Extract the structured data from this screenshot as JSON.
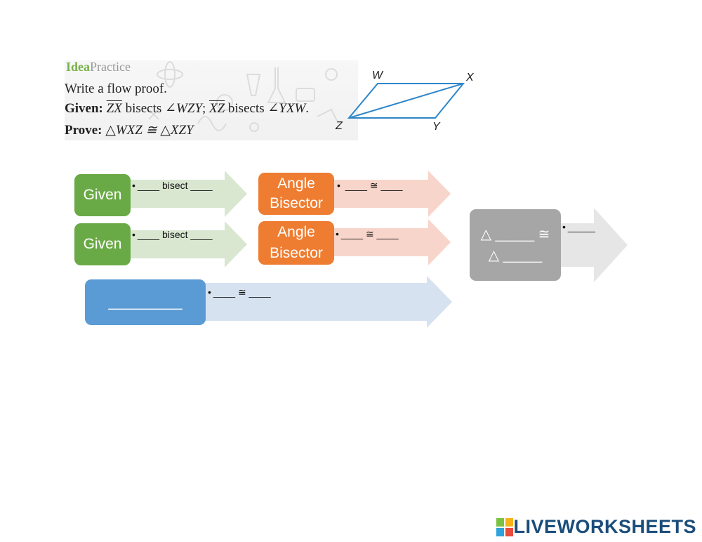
{
  "excerpt": {
    "header_idea": "Idea",
    "header_practice": "Practice",
    "instruction": "Write a flow proof.",
    "given_label": "Given:",
    "given_seg1": "ZX",
    "given_mid1": " bisects ∠",
    "given_angle1": "WZY",
    "given_sep": "; ",
    "given_seg2": "XZ",
    "given_mid2": " bisects ∠",
    "given_angle2": "YXW",
    "given_end": ".",
    "prove_label": "Prove:",
    "prove_stmt": "△WXZ ≅ △XZY"
  },
  "figure": {
    "labels": {
      "w": "W",
      "x": "X",
      "y": "Y",
      "z": "Z"
    },
    "line_color": "#2e86c9"
  },
  "proof": {
    "row1": {
      "reason": "Given",
      "statement": "____ bisect ____"
    },
    "row2": {
      "reason": "Given",
      "statement": "____ bisect ____"
    },
    "row3": {
      "reason_line1": "Angle",
      "reason_line2": "Bisector",
      "statement": "____ ≅ ____"
    },
    "row4": {
      "reason_line1": "Angle",
      "reason_line2": "Bisector",
      "statement": "____ ≅ ____"
    },
    "row5": {
      "reason": "_________",
      "statement": "____ ≅ ____"
    },
    "final": {
      "line1": "△ _____ ≅",
      "line2": "△ _____",
      "statement": "_____"
    },
    "bullet": "•"
  },
  "colors": {
    "green": "#6aaa46",
    "green_arrow": "#d9e7d1",
    "orange": "#ee7d32",
    "orange_arrow": "#f8d5ca",
    "blue": "#5b9bd5",
    "blue_arrow": "#d7e2f1",
    "gray": "#a6a6a6",
    "gray_arrow": "#e6e6e6"
  },
  "brand": {
    "text": "LIVEWORKSHEETS"
  }
}
